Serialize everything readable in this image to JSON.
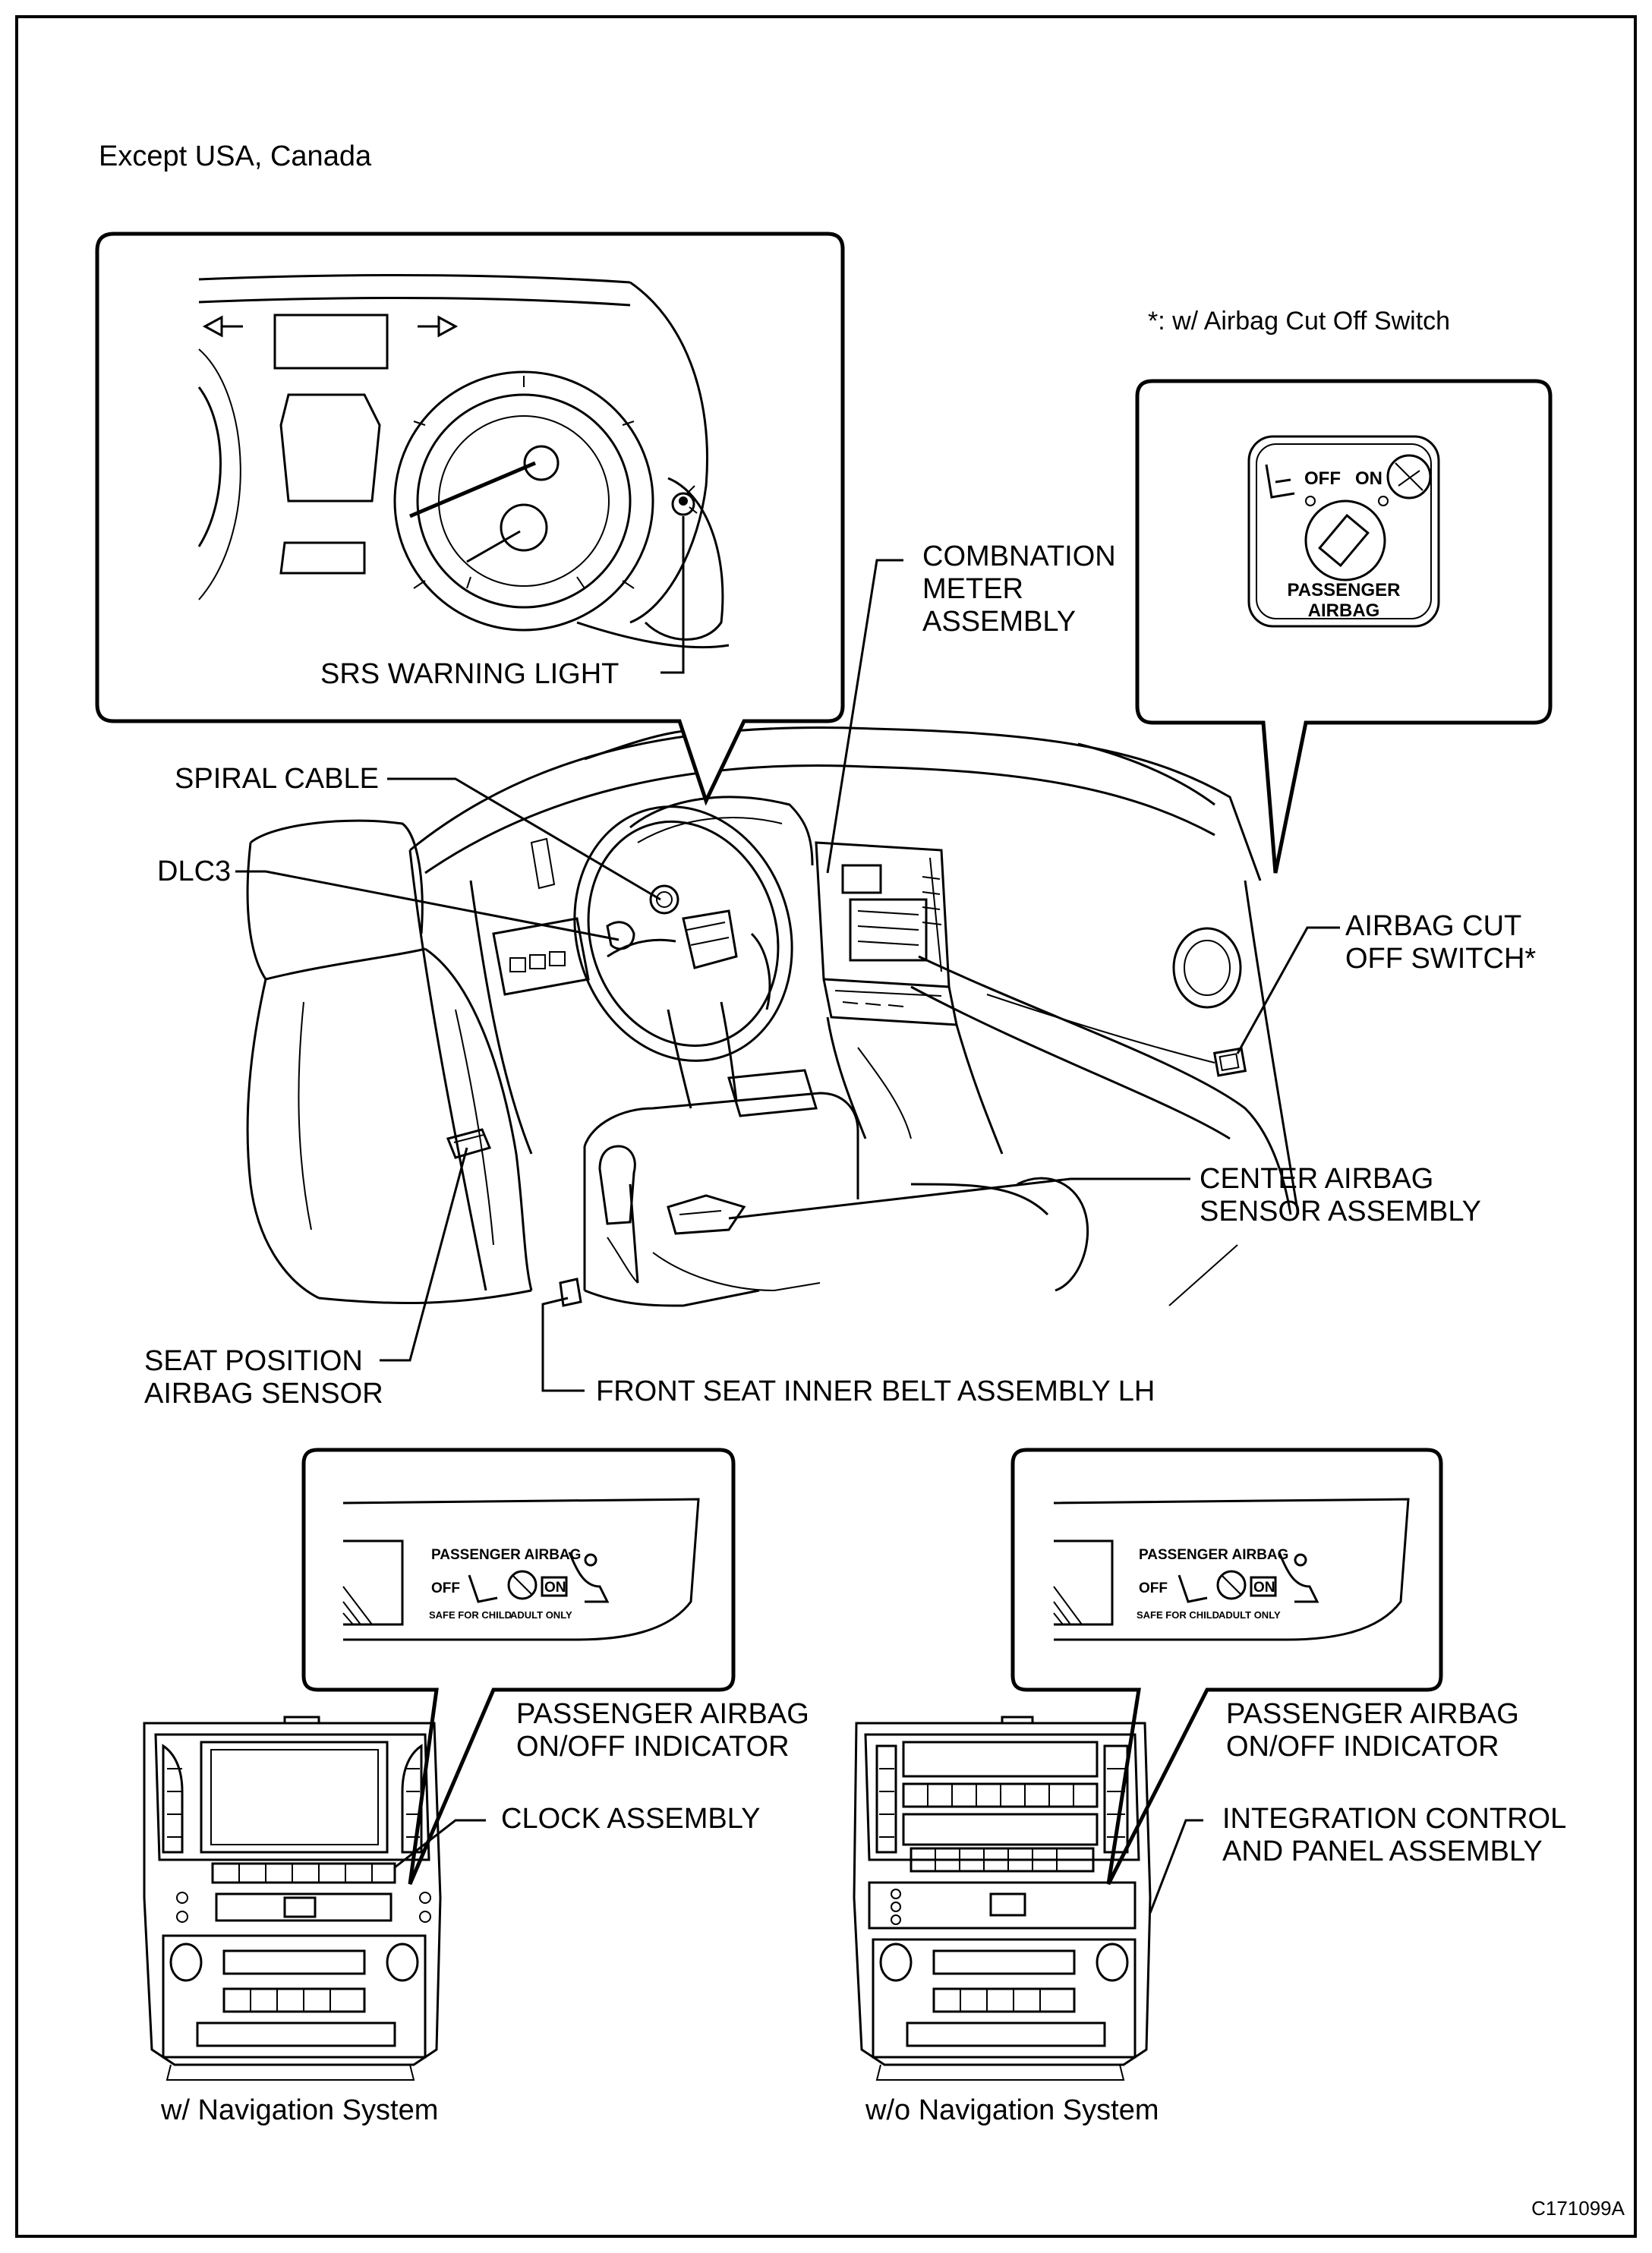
{
  "header": {
    "region_note": "Except USA, Canada",
    "footnote": "*: w/ Airbag Cut Off Switch",
    "figure_code": "C171099A"
  },
  "labels": {
    "srs_warning_light": "SRS WARNING LIGHT",
    "combination_meter_1": "COMBNATION",
    "combination_meter_2": "METER",
    "combination_meter_3": "ASSEMBLY",
    "spiral_cable": "SPIRAL CABLE",
    "dlc3": "DLC3",
    "airbag_cut_off_switch_1": "AIRBAG CUT",
    "airbag_cut_off_switch_2": "OFF SWITCH*",
    "center_airbag_sensor_1": "CENTER AIRBAG",
    "center_airbag_sensor_2": "SENSOR ASSEMBLY",
    "seat_position_sensor_1": "SEAT POSITION",
    "seat_position_sensor_2": "AIRBAG SENSOR",
    "front_seat_inner_belt": "FRONT SEAT INNER BELT ASSEMBLY LH",
    "passenger_indicator_1": "PASSENGER AIRBAG",
    "passenger_indicator_2": "ON/OFF INDICATOR",
    "clock_assembly": "CLOCK ASSEMBLY",
    "integration_panel_1": "INTEGRATION CONTROL",
    "integration_panel_2": "AND PANEL ASSEMBLY",
    "with_nav": "w/ Navigation System",
    "without_nav": "w/o Navigation System"
  },
  "switch_panel": {
    "off": "OFF",
    "on": "ON",
    "line1": "PASSENGER",
    "line2": "AIRBAG"
  },
  "indicator_panel": {
    "title": "PASSENGER AIRBAG",
    "off": "OFF",
    "on": "ON",
    "safe_for_child": "SAFE FOR CHILD",
    "adult_only": "ADULT ONLY"
  }
}
